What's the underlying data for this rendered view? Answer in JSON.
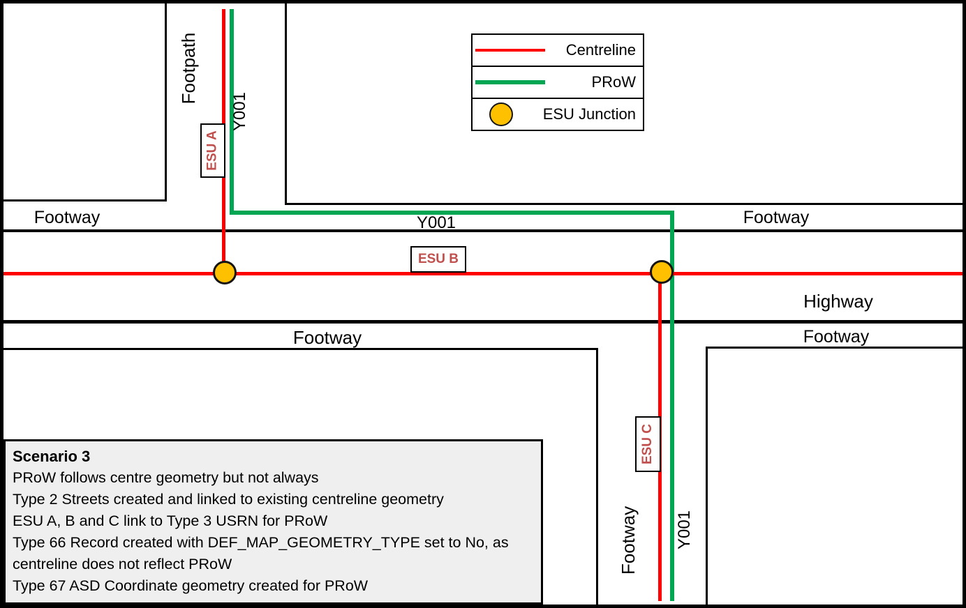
{
  "diagram_labels": {
    "footpath": "Footpath",
    "footway": "Footway",
    "highway": "Highway",
    "street_ref": "Y001",
    "esu_a": "ESU A",
    "esu_b": "ESU B",
    "esu_c": "ESU C"
  },
  "legend": {
    "centreline": "Centreline",
    "prow": "PRoW",
    "esu_junction": "ESU Junction"
  },
  "colors": {
    "centreline": "#FF0000",
    "prow": "#00A651",
    "esu_junction_fill": "#FFC000",
    "esu_label_text": "#C0504D",
    "scenario_background": "#EFEFEF"
  },
  "scenario": {
    "title": "Scenario 3",
    "lines": [
      "PRoW follows centre geometry but not always",
      "Type 2 Streets created and linked to existing centreline geometry",
      "ESU A, B and C link to Type 3 USRN for PRoW",
      "Type 66 Record created with DEF_MAP_GEOMETRY_TYPE set to No, as",
      "centreline does not reflect PRoW",
      "Type 67 ASD Coordinate geometry created for PRoW"
    ]
  }
}
